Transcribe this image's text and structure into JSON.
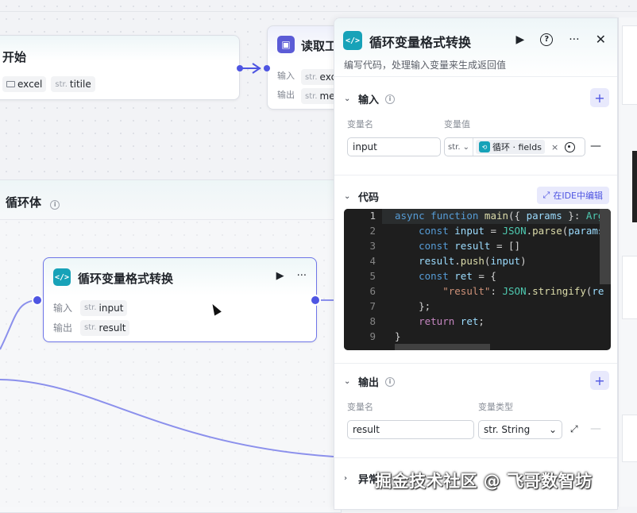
{
  "canvas": {
    "start_node": {
      "title": "开始",
      "chips": [
        {
          "type_icon": "folder-icon",
          "label": "excel"
        },
        {
          "type": "str.",
          "label": "titile"
        }
      ]
    },
    "read_node": {
      "title": "读取工",
      "rows": [
        {
          "label": "输入",
          "type": "str.",
          "value": "exce"
        },
        {
          "label": "输出",
          "type": "str.",
          "value": "mes"
        }
      ]
    },
    "loop_body": {
      "title": "循环体"
    },
    "code_node": {
      "title": "循环变量格式转换",
      "rows": [
        {
          "label": "输入",
          "type": "str.",
          "value": "input"
        },
        {
          "label": "输出",
          "type": "str.",
          "value": "result"
        }
      ]
    },
    "accent": "#4e55e2"
  },
  "panel": {
    "title": "循环变量格式转换",
    "description": "编写代码，处理输入变量来生成返回值",
    "input_section": {
      "title": "输入",
      "col_name": "变量名",
      "col_value": "变量值",
      "rows": [
        {
          "name": "input",
          "type": "str.",
          "ref_label": "循环 · fields"
        }
      ]
    },
    "code_section": {
      "title": "代码",
      "ide_button": "在IDE中编辑",
      "line_numbers": [
        "1",
        "2",
        "3",
        "4",
        "5",
        "6",
        "7",
        "8",
        "9"
      ]
    },
    "output_section": {
      "title": "输出",
      "col_name": "变量名",
      "col_type": "变量类型",
      "rows": [
        {
          "name": "result",
          "type": "str. String"
        }
      ]
    },
    "exception_section": {
      "title": "异常"
    }
  },
  "watermark": "掘金技术社区 @ 飞哥数智坊"
}
